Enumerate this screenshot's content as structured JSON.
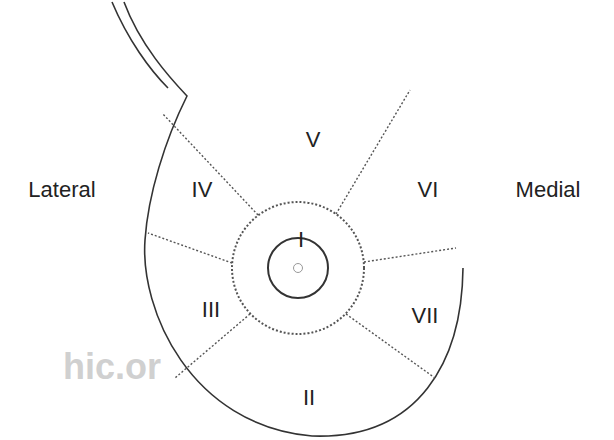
{
  "diagram": {
    "labels": [
      "Lateral",
      "Medial",
      "V",
      "IV",
      "VI",
      "I",
      "III",
      "VII",
      "II",
      "hic.or"
    ]
  }
}
